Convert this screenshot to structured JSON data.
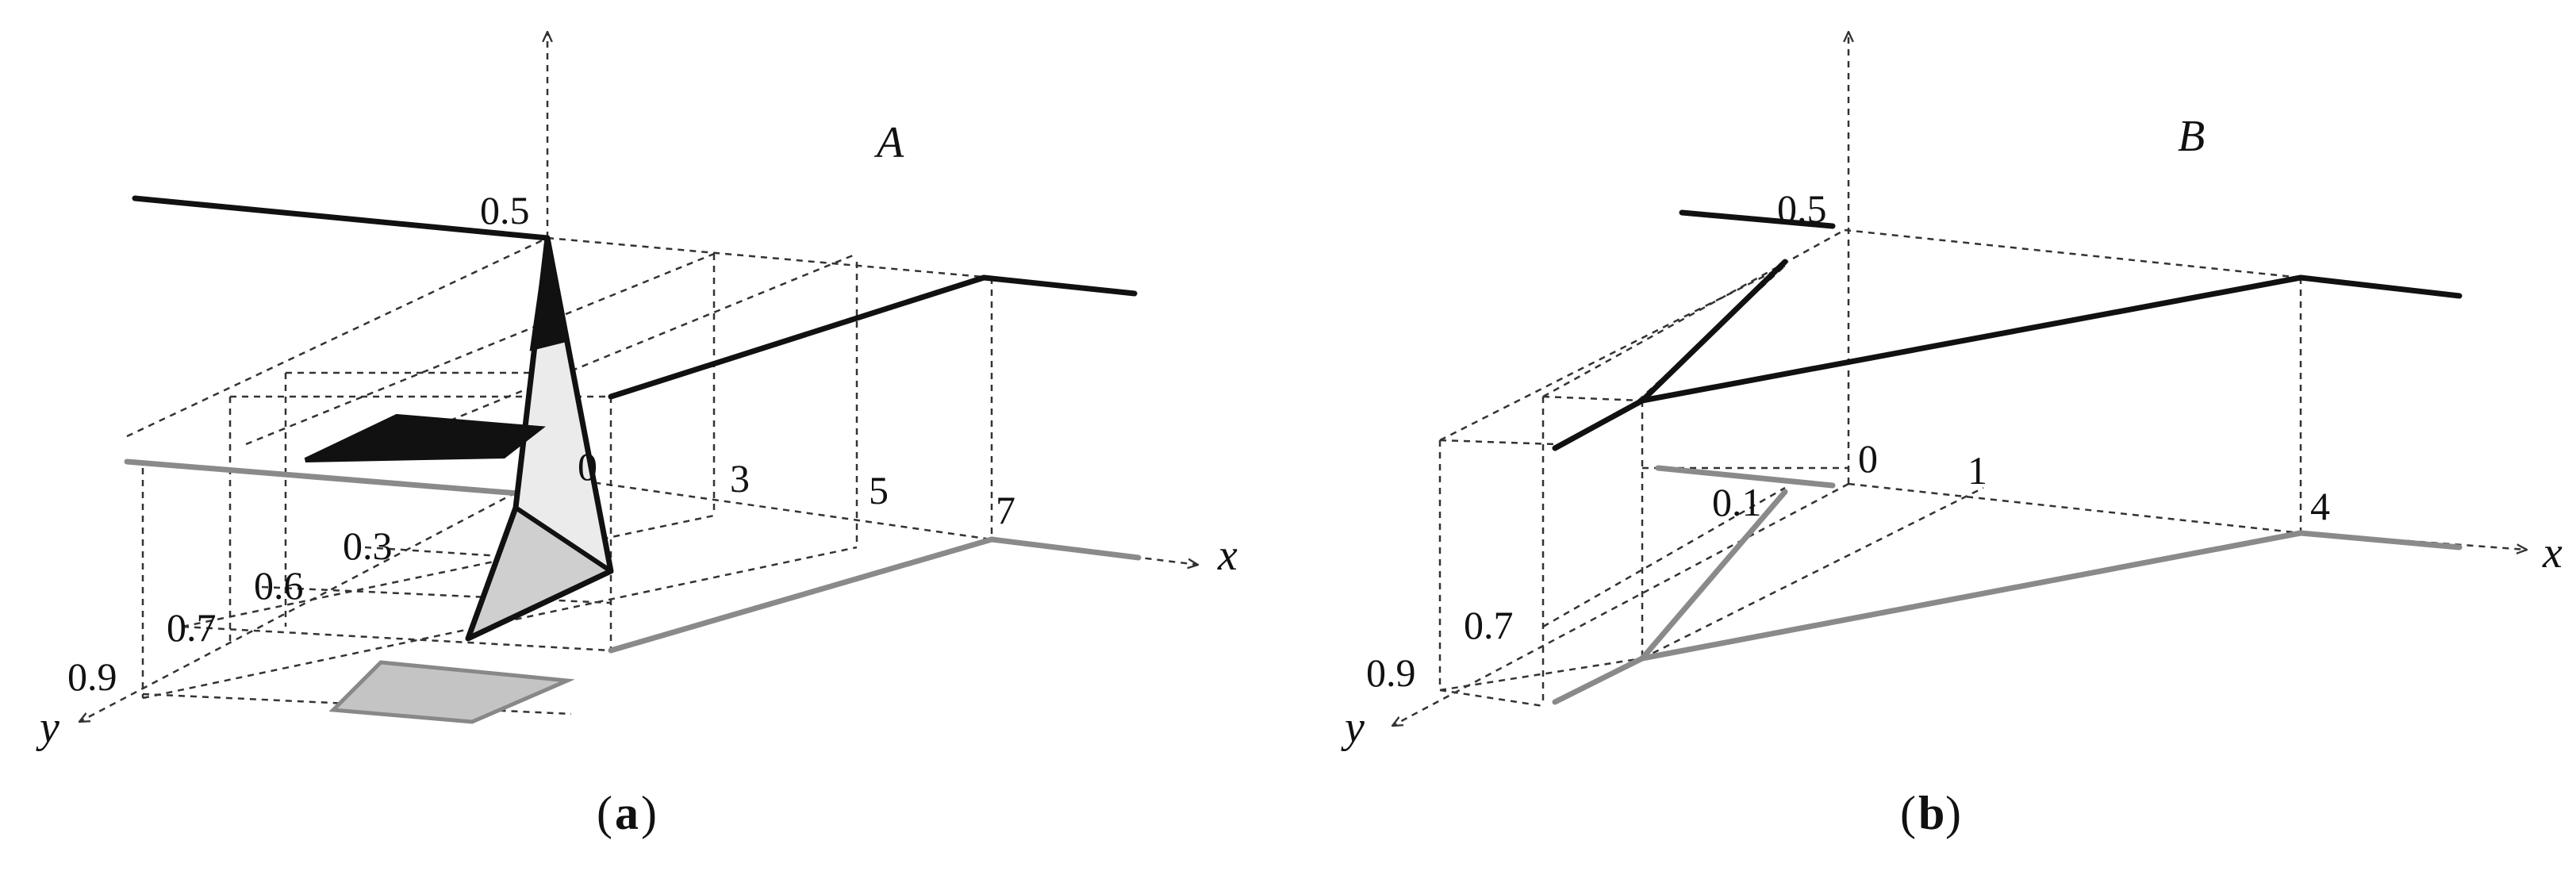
{
  "panels": [
    {
      "id": "a",
      "title": "A",
      "caption": "a",
      "x_axis_label": "x",
      "y_axis_label": "y",
      "x_ticks": [
        "0",
        "3",
        "5",
        "7"
      ],
      "y_ticks": [
        "0.3",
        "0.6",
        "0.7",
        "0.9"
      ],
      "z_tick": "0.5"
    },
    {
      "id": "b",
      "title": "B",
      "caption": "b",
      "x_axis_label": "x",
      "y_axis_label": "y",
      "x_ticks": [
        "0",
        "1",
        "4"
      ],
      "y_ticks": [
        "0.1",
        "0.7",
        "0.9"
      ],
      "z_tick": "0.5"
    }
  ]
}
